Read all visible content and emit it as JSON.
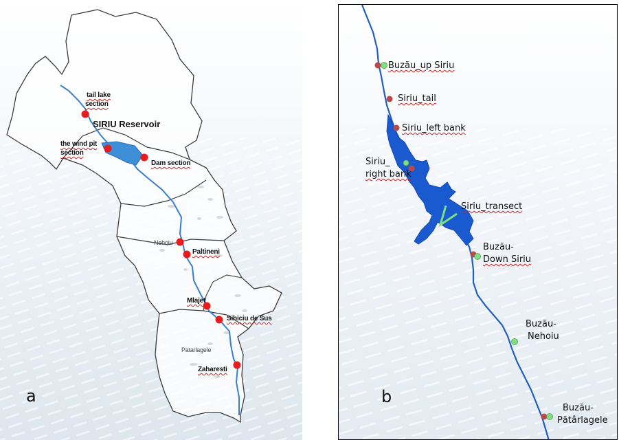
{
  "panel_a": {
    "letter": "a",
    "reservoir_label": "SIRIU Reservoir",
    "labels": {
      "tail_lake_1": "tail lake",
      "tail_lake_2": "section",
      "wind_pit_1": "the wind pit",
      "wind_pit_2": "section",
      "dam_section": "Dam section",
      "nehoiu": "Nehoiu",
      "paltineni": "Paltineni",
      "mlajet": "Mlajet",
      "sibiciu": "Sibiciu de Sus",
      "patarlagele": "Patarlagele",
      "zaharesti": "Zaharesti"
    },
    "colors": {
      "river": "#3a7fc8",
      "marker": "#e81c1c",
      "boundary": "#3a3a3a",
      "reservoir": "#3d8fd8"
    }
  },
  "panel_b": {
    "letter": "b",
    "labels": {
      "buzau_up_siriu": "Buzău_up Siriu",
      "siriu_tail": "Siriu_tail",
      "siriu_left_bank": "Siriu_left bank",
      "siriu_right_bank_1": "Siriu_",
      "siriu_right_bank_2": "right bank",
      "siriu_transect": "Siriu_transect",
      "buzau_down_siriu_1": "Buzău-",
      "buzau_down_siriu_2": "Down Siriu",
      "buzau_nehoiu_1": "Buzău-",
      "buzau_nehoiu_2": "Nehoiu",
      "buzau_patarlagele_1": "Buzău-",
      "buzau_patarlagele_2": "Pătârlagele"
    },
    "colors": {
      "river": "#1f5fbf",
      "reservoir": "#1a5ad0",
      "marker_red": "#b84a4a",
      "marker_green": "#7fe07f",
      "transect": "#7fe07f"
    }
  }
}
